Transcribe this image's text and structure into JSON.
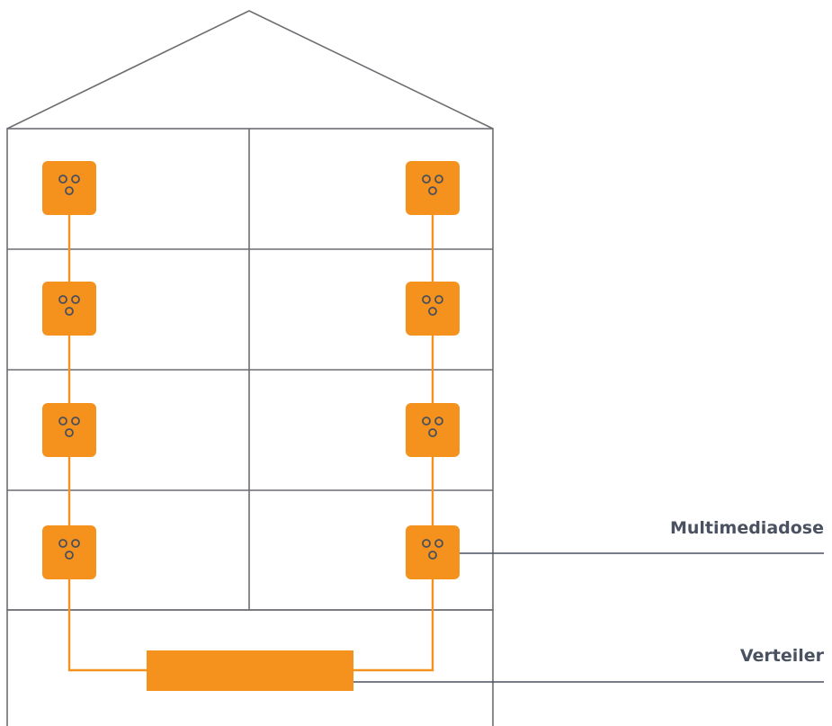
{
  "labels": {
    "multimediadose": "Multimediadose",
    "verteiler": "Verteiler"
  },
  "colors": {
    "accent": "#f5921e",
    "wall": "#6d6d72",
    "label_text": "#4a5160",
    "socket_holes": "#4a4f5c"
  },
  "building": {
    "floors": 4,
    "sockets_per_floor": 2,
    "basement": true
  }
}
